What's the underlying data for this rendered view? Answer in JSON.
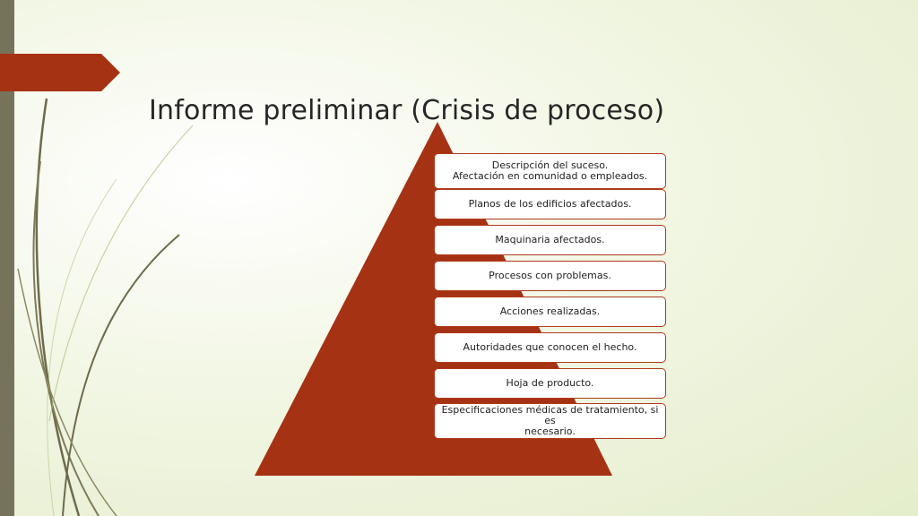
{
  "slide": {
    "title": "Informe preliminar (Crisis de proceso)"
  },
  "colors": {
    "accent": "#a63214",
    "level_border": "#b03a1c",
    "left_bar": "#77735a",
    "background": "#eef3dc"
  },
  "pyramid": {
    "levels": [
      {
        "line1": "Descripción del suceso.",
        "line2": "Afectación en comunidad o empleados."
      },
      {
        "line1": "Planos de los edificios afectados."
      },
      {
        "line1": "Maquinaria afectados."
      },
      {
        "line1": "Procesos con problemas."
      },
      {
        "line1": "Acciones realizadas."
      },
      {
        "line1": "Autoridades que conocen el hecho."
      },
      {
        "line1": "Hoja de producto."
      },
      {
        "line1": "Especificaciones médicas de tratamiento, si es",
        "line2": "necesario."
      }
    ]
  }
}
